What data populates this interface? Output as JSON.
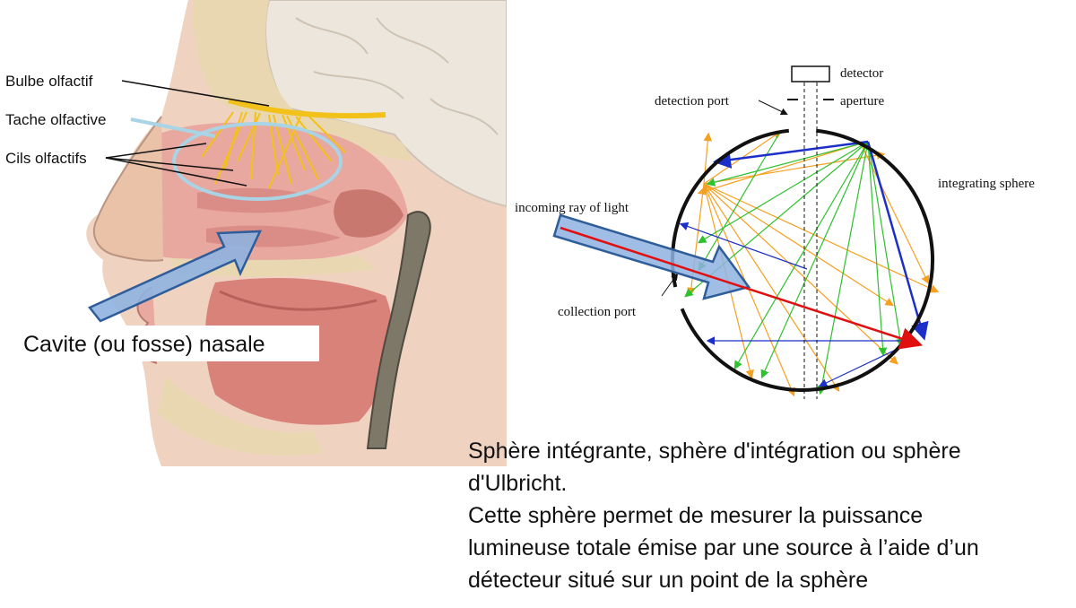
{
  "anatomy": {
    "labels": {
      "bulbe": "Bulbe olfactif",
      "tache": "Tache olfactive",
      "cils": "Cils olfactifs",
      "cavite": "Cavite (ou fosse) nasale"
    }
  },
  "sphere": {
    "labels": {
      "detector": "detector",
      "detection_port": "detection port",
      "aperture": "aperture",
      "integrating_sphere": "integrating sphere",
      "incoming_ray": "incoming ray of light",
      "collection_port": "collection port"
    }
  },
  "caption": {
    "line1": "Sphère intégrante, sphère d'intégration ou sphère",
    "line2": "d'Ulbricht.",
    "line3": "Cette sphère permet de mesurer la puissance",
    "line4": "lumineuse totale émise par une source à l’aide d’un",
    "line5": "détecteur situé sur un point de la sphère"
  },
  "colors": {
    "tissue": "#e8a79f",
    "skin": "#e9c2a8",
    "bone": "#e8d7b0",
    "nerve": "#f2c21a",
    "highlight_ellipse": "#a8d4e6",
    "arrow_fill": "#8fb3e0",
    "arrow_stroke": "#2e5d9a",
    "ray_red": "#e01010",
    "ray_orange": "#f5a020",
    "ray_green": "#2ec02e",
    "ray_blue": "#1c2fc8"
  }
}
